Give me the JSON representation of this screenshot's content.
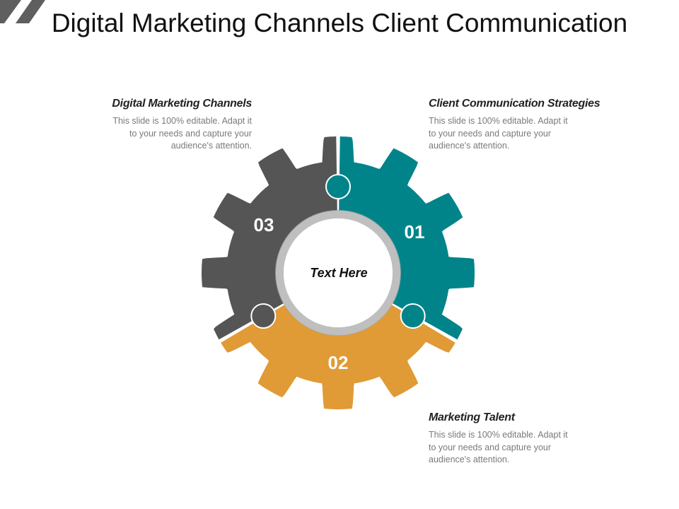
{
  "slide": {
    "title": "Digital Marketing Channels Client Communication"
  },
  "blocks": {
    "top_left": {
      "heading": "Digital Marketing Channels",
      "lines": [
        "This slide is 100% editable. Adapt it",
        "to your needs and capture your",
        "audience's attention."
      ]
    },
    "top_right": {
      "heading": "Client Communication Strategies",
      "lines": [
        "This slide is 100% editable. Adapt it",
        "to your needs and capture your",
        "audience's attention."
      ]
    },
    "bottom_right": {
      "heading": "Marketing Talent",
      "lines": [
        "This slide is 100% editable. Adapt it",
        "to your needs and capture your",
        "audience's attention."
      ]
    }
  },
  "gear": {
    "center_text": "Text Here",
    "segments": [
      {
        "number": "01",
        "color": "#00848a"
      },
      {
        "number": "02",
        "color": "#e09a36"
      },
      {
        "number": "03",
        "color": "#555555"
      }
    ],
    "ring_color": "#a9a9a9"
  },
  "colors": {
    "corner_accent": "#5f5f5f"
  }
}
